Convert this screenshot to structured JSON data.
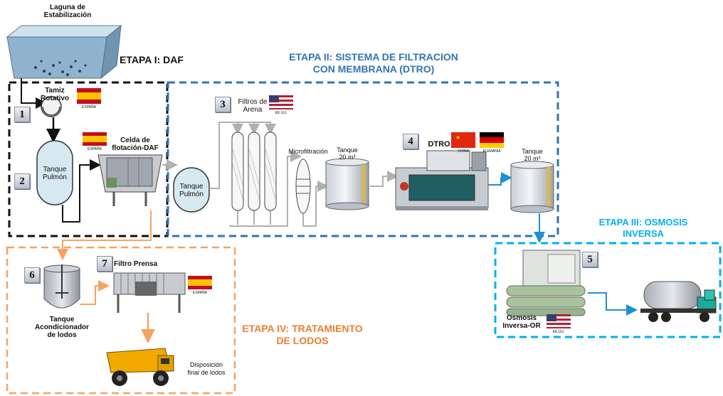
{
  "stages": {
    "daf": "ETAPA I: DAF",
    "membrane_l1": "ETAPA II: SISTEMA DE FILTRACION",
    "membrane_l2": "CON MEMBRANA (DTRO)",
    "osmosis_l1": "ETAPA III: OSMOSIS",
    "osmosis_l2": "INVERSA",
    "sludge_l1": "ETAPA IV: TRATAMIENTO",
    "sludge_l2": "DE LODOS"
  },
  "labels": {
    "lagoon_l1": "Laguna de",
    "lagoon_l2": "Estabilización",
    "screen_l1": "Tamiz",
    "screen_l2": "Rotativo",
    "daf_cell_l1": "Celda de",
    "daf_cell_l2": "flotación-DAF",
    "buffer_tank1_l1": "Tanque",
    "buffer_tank1_l2": "Pulmón",
    "buffer_tank2_l1": "Tanque",
    "buffer_tank2_l2": "Pulmón",
    "sand_filters_l1": "Filtros de",
    "sand_filters_l2": "Arena",
    "microfiltration": "Microfiltración",
    "tank_a_l1": "Tanque",
    "tank_a_l2": "20 m³",
    "tank_b_l1": "Tanque",
    "tank_b_l2": "20 m³",
    "dtro": "DTRO",
    "filter_press": "Filtro Prensa",
    "conditioner_l1": "Tanque",
    "conditioner_l2": "Acondicionador",
    "conditioner_l3": "de lodos",
    "disposal_l1": "Disposición",
    "disposal_l2": "final de lodos",
    "ro_l1": "Osmosis",
    "ro_l2": "Inversa-OR"
  },
  "numbers": [
    "1",
    "2",
    "3",
    "4",
    "5",
    "6",
    "7"
  ],
  "flags": {
    "spain": "ESPAÑA",
    "usa": "EE.UU.",
    "china": "CHINA",
    "germany": "ALEMANIA"
  },
  "colors": {
    "daf_border": "#111111",
    "membrane_stage": "#2e75b6",
    "osmosis_stage": "#00b0f0",
    "sludge_stage": "#ed7d31",
    "flow_grey": "#b0b0b0",
    "flow_blue": "#1f8fd6",
    "flow_orange": "#f4a460"
  }
}
